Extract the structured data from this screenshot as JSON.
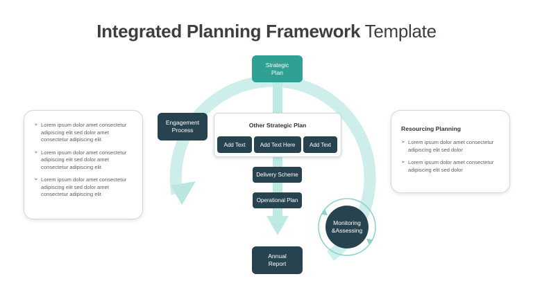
{
  "title": {
    "bold": "Integrated Planning Framework",
    "light": "Template"
  },
  "nodes": {
    "strategic_plan": "Strategic Plan",
    "engagement_process": "Engagement Process",
    "other_strategic_plan": "Other  Strategic Plan",
    "add_text_1": "Add Text",
    "add_text_here": "Add Text Here",
    "add_text_2": "Add Text",
    "delivery_scheme": "Delivery Scheme",
    "operational_plan": "Operational Plan",
    "monitoring": "Monitoring &Assessing",
    "annual_report": "Annual Report"
  },
  "left_card": {
    "bullets": [
      "Lorem ipsum dolor amet consectetur adipiscing elit sed dolor amet consectetur adipiscing elit",
      "Lorem ipsum dolor amet consectetur adipiscing elit sed dolor amet consectetur adipiscing elit",
      "Lorem ipsum dolor amet consectetur adipiscing elit sed dolor amet consectetur adipiscing elit"
    ]
  },
  "right_card": {
    "heading": "Resourcing Planning",
    "bullets": [
      "Lorem ipsum dolor amet consectetur adipiscing elit sed dolor",
      "Lorem ipsum dolor amet consectetur adipiscing elit sed dolor"
    ]
  },
  "colors": {
    "dark": "#27434f",
    "teal": "#2ea192",
    "ring": "#cdeeea",
    "arrow": "#bfe9e3"
  }
}
